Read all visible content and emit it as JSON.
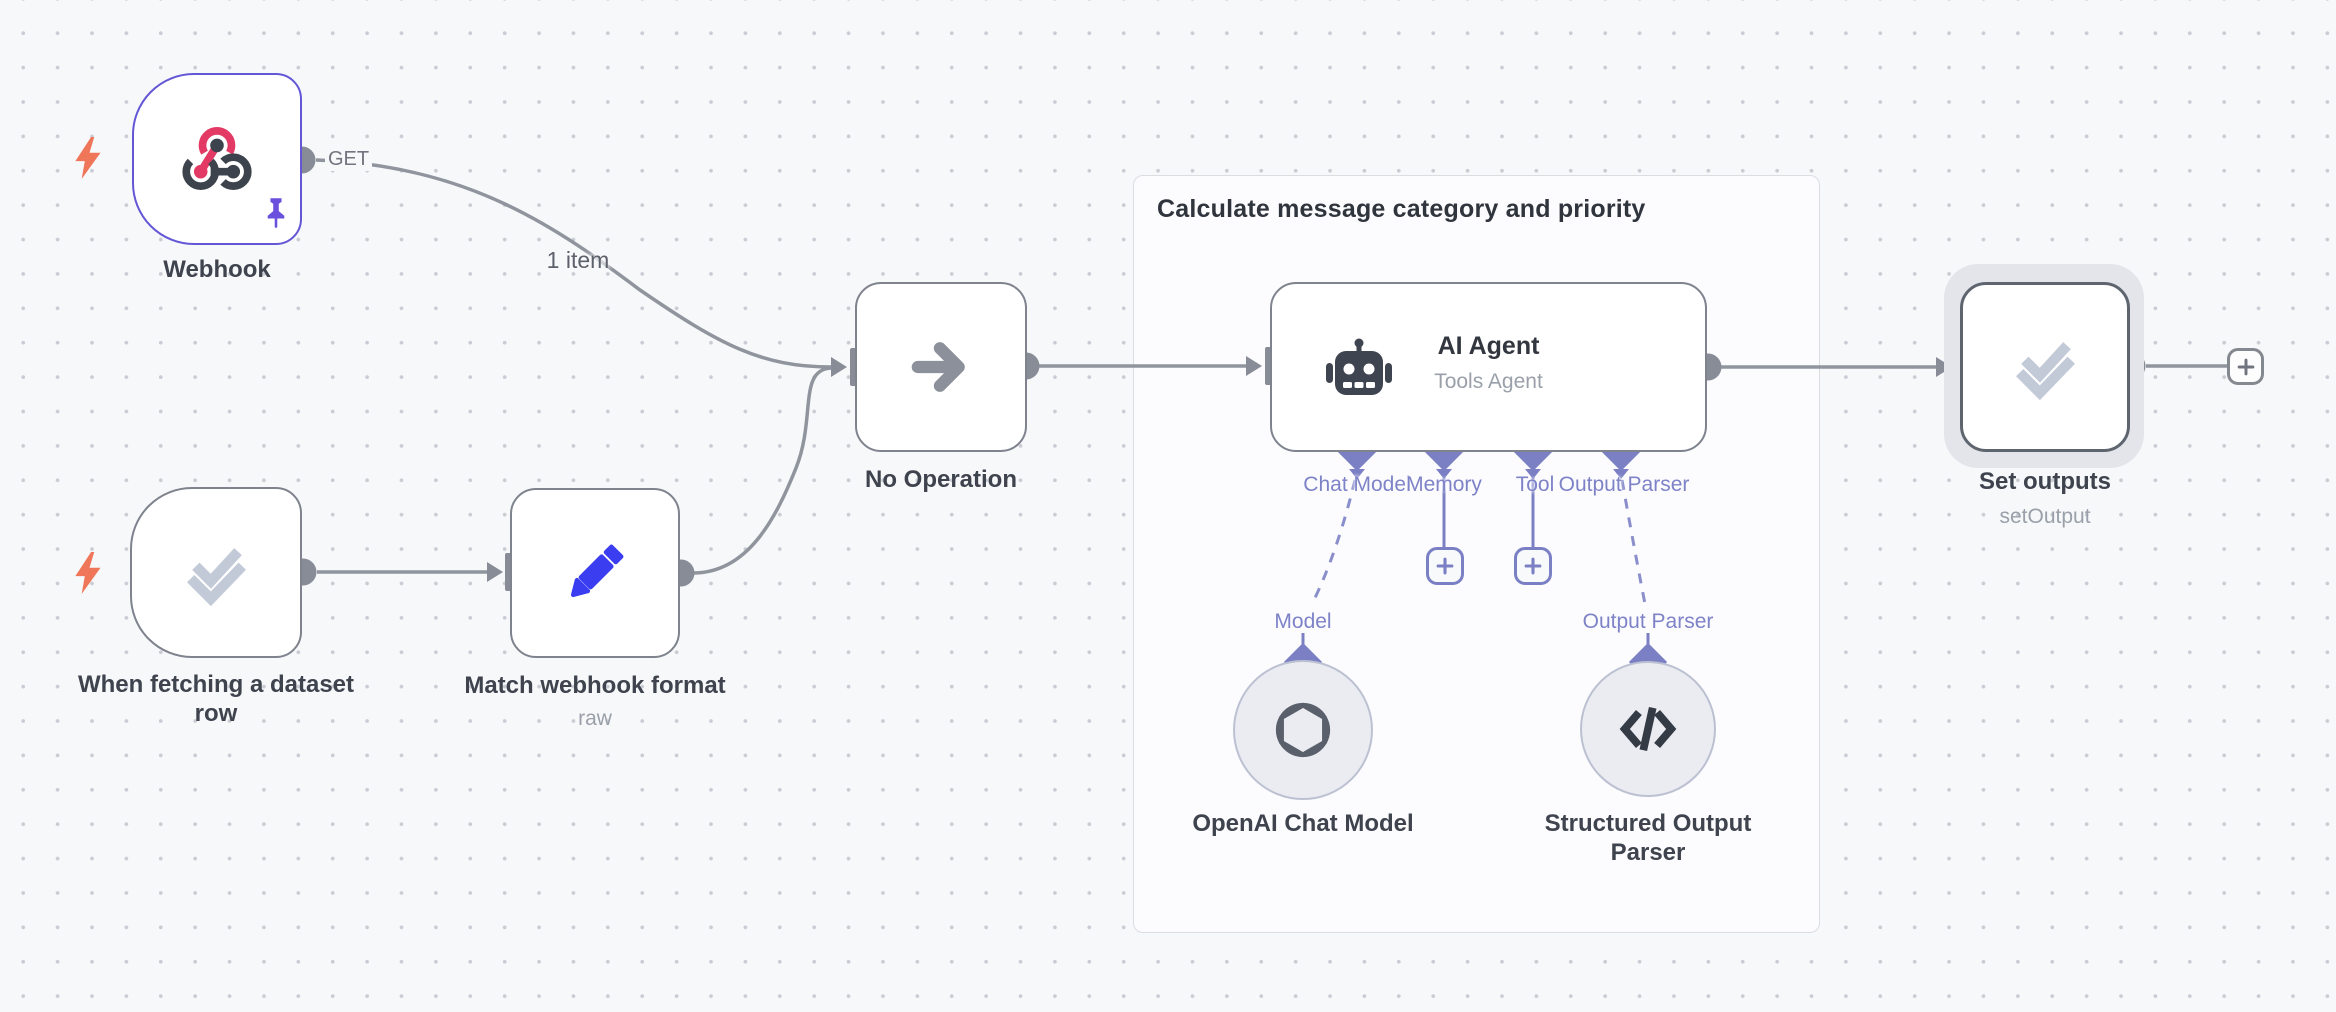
{
  "group": {
    "title": "Calculate message category and priority"
  },
  "nodes": {
    "webhook": {
      "label": "Webhook",
      "port": "GET"
    },
    "dataset": {
      "label": "When fetching a dataset row"
    },
    "match": {
      "label": "Match webhook format",
      "subtitle": "raw"
    },
    "noop": {
      "label": "No Operation"
    },
    "agent": {
      "title": "AI Agent",
      "subtitle": "Tools Agent",
      "ports": [
        "Chat Model",
        "Memory",
        "Tool",
        "Output Parser"
      ]
    },
    "openai": {
      "label": "OpenAI Chat Model",
      "port": "Model"
    },
    "parser": {
      "label": "Structured Output Parser",
      "port": "Output Parser"
    },
    "set": {
      "label": "Set outputs",
      "subtitle": "setOutput"
    }
  },
  "edges": {
    "webhook_items": "1 item"
  },
  "colors": {
    "canvas_bg": "#f7f8fa",
    "edge_gray": "#8f949d",
    "endpoint_gray": "#878c96",
    "accent_purple": "#7b80c5",
    "webhook_border": "#6457d6",
    "pencil_blue": "#3a3ef0",
    "lightning_orange": "#f0765a",
    "webhook_pink": "#e23a64",
    "icon_slate": "#3c434c",
    "check_gray": "#c2c9d7"
  }
}
